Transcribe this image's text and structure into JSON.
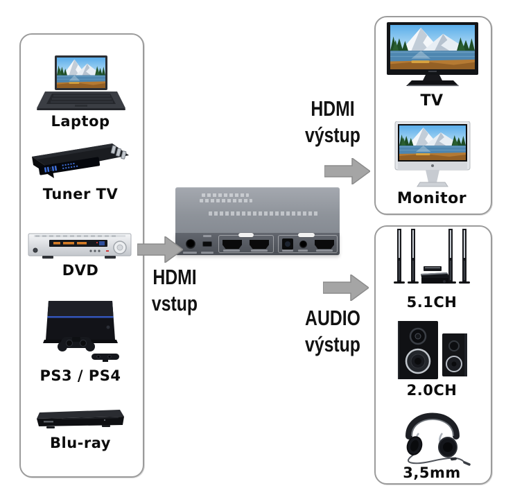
{
  "sources_panel": {
    "items": [
      {
        "label": "Laptop",
        "icon": "laptop-icon"
      },
      {
        "label": "Tuner TV",
        "icon": "set-top-box-icon"
      },
      {
        "label": "DVD",
        "icon": "dvd-player-icon"
      },
      {
        "label": "PS3 / PS4",
        "icon": "ps4-console-icon"
      },
      {
        "label": "Blu-ray",
        "icon": "bluray-player-icon"
      }
    ]
  },
  "switch": {
    "photo": "hdmi-switch-photo"
  },
  "flow_labels": {
    "hdmi_input": {
      "line1": "HDMI",
      "line2": "vstup"
    },
    "hdmi_output": {
      "line1": "HDMI",
      "line2": "výstup"
    },
    "audio_output": {
      "line1": "AUDIO",
      "line2": "výstup"
    }
  },
  "hdmi_outputs_panel": {
    "items": [
      {
        "label": "TV",
        "icon": "tv-icon"
      },
      {
        "label": "Monitor",
        "icon": "monitor-icon"
      }
    ]
  },
  "audio_outputs_panel": {
    "items": [
      {
        "label": "5.1CH",
        "icon": "surround-speakers-icon"
      },
      {
        "label": "2.0CH",
        "icon": "stereo-speakers-icon"
      },
      {
        "label": "3,5mm",
        "icon": "headphones-icon"
      }
    ]
  },
  "colors": {
    "background": "#ffffff",
    "panel_border": "#9b9b9b",
    "arrow_fill": "#a5a5a5",
    "arrow_edge": "#8b8b8b",
    "label_text": "#0d0d0d",
    "device_top": "#8f949b",
    "device_front": "#565b63"
  }
}
